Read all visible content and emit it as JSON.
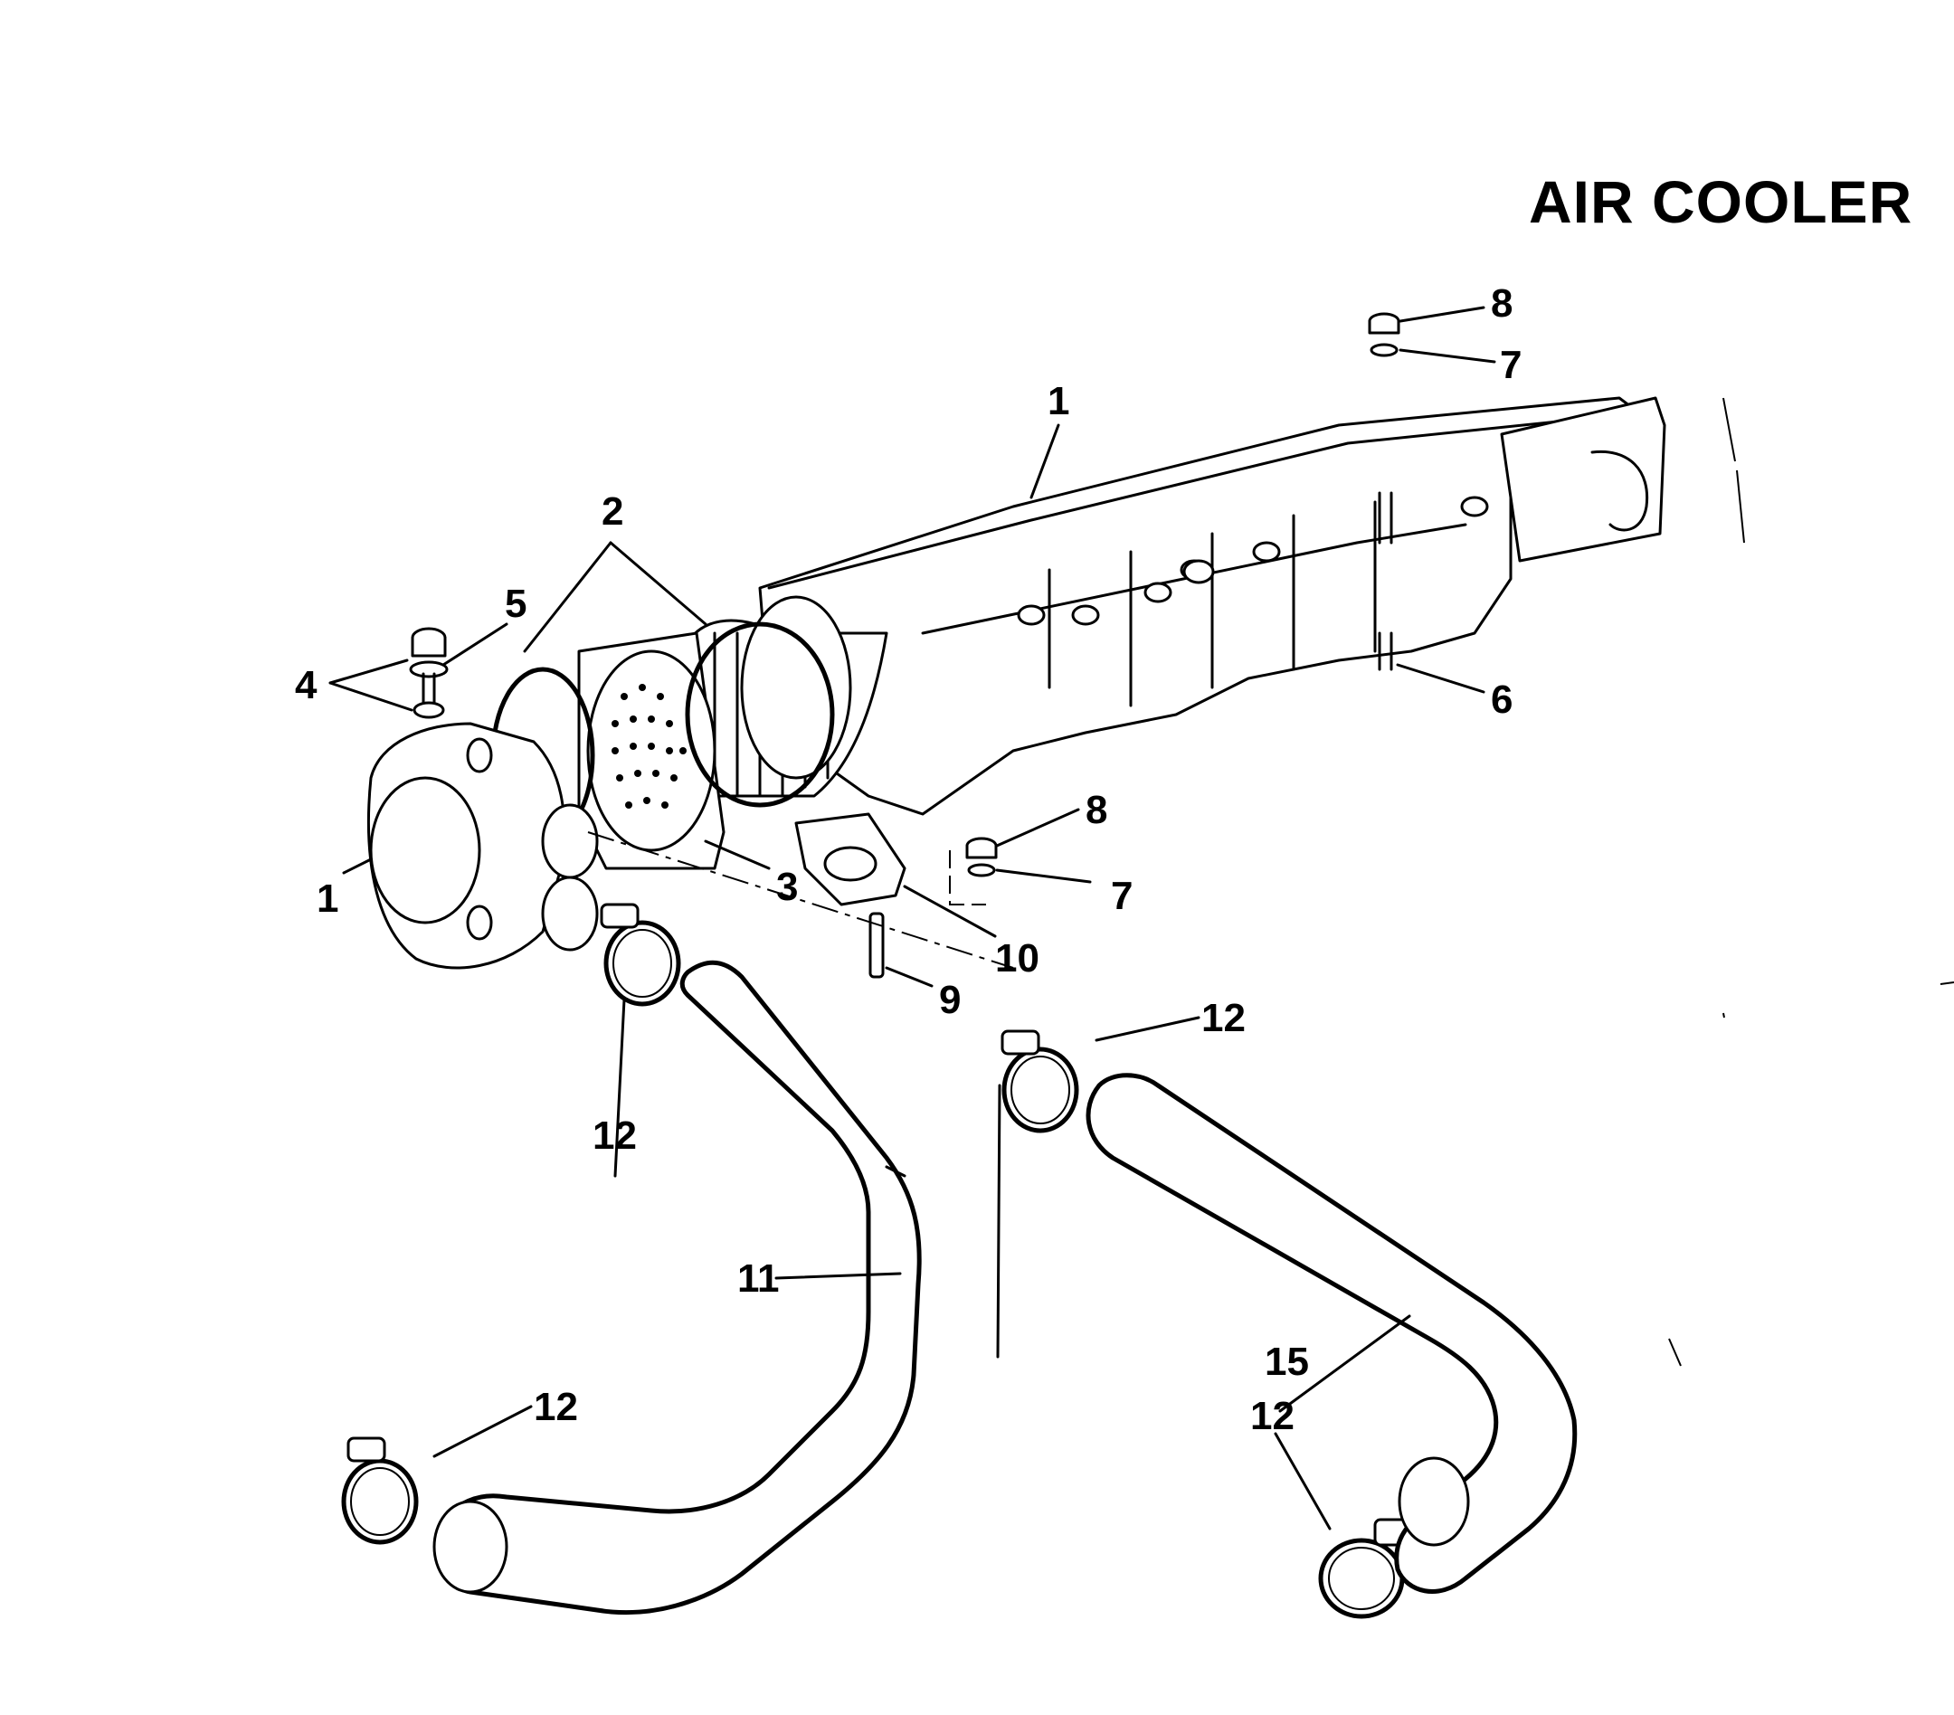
{
  "title": "AIR COOLER",
  "callouts": [
    {
      "id": "c1a",
      "text": "1"
    },
    {
      "id": "c1b",
      "text": "1"
    },
    {
      "id": "c2",
      "text": "2"
    },
    {
      "id": "c3",
      "text": "3"
    },
    {
      "id": "c4",
      "text": "4"
    },
    {
      "id": "c5",
      "text": "5"
    },
    {
      "id": "c6",
      "text": "6"
    },
    {
      "id": "c7a",
      "text": "7"
    },
    {
      "id": "c7b",
      "text": "7"
    },
    {
      "id": "c8a",
      "text": "8"
    },
    {
      "id": "c8b",
      "text": "8"
    },
    {
      "id": "c9",
      "text": "9"
    },
    {
      "id": "c10",
      "text": "10"
    },
    {
      "id": "c11",
      "text": "11"
    },
    {
      "id": "c12a",
      "text": "12"
    },
    {
      "id": "c12b",
      "text": "12"
    },
    {
      "id": "c12c",
      "text": "12"
    },
    {
      "id": "c12d",
      "text": "12"
    },
    {
      "id": "c15",
      "text": "15"
    }
  ]
}
